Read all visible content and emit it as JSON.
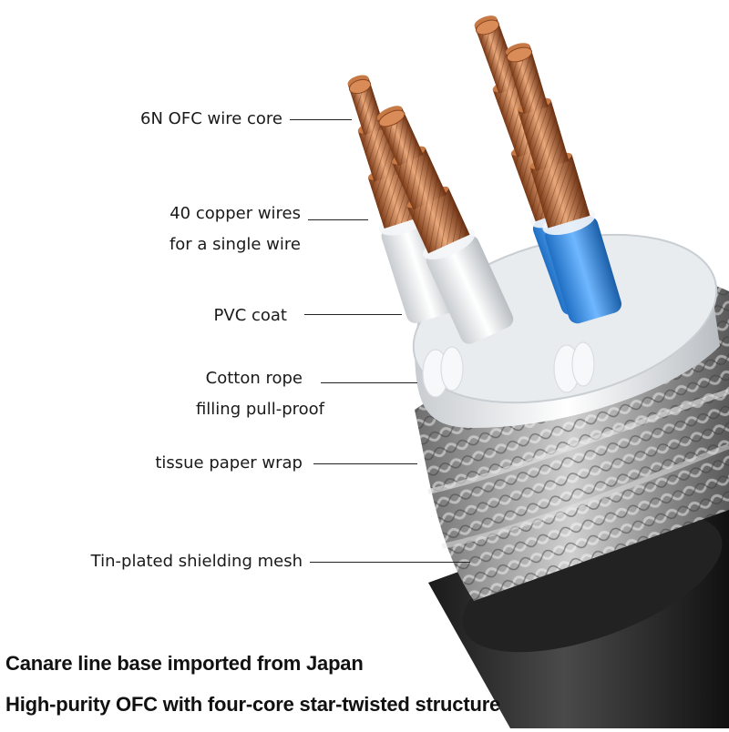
{
  "labels": {
    "wire_core": "6N OFC wire core",
    "copper_wires_1": "40 copper wires",
    "copper_wires_2": "for a single wire",
    "pvc_coat": "PVC coat",
    "cotton_rope_1": "Cotton rope",
    "cotton_rope_2": "filling pull-proof",
    "tissue_wrap": "tissue paper wrap",
    "shielding_mesh": "Tin-plated shielding mesh"
  },
  "captions": {
    "line1": "Canare line base imported from Japan",
    "line2": "High-purity OFC with four-core star-twisted structure"
  },
  "colors": {
    "copper": "#b5652f",
    "copper_light": "#e9a77a",
    "blue_insulation": "#3a8fe0",
    "white_insulation": "#eef0f2",
    "braid": "#9a9a9a",
    "jacket": "#2b2b2b"
  }
}
